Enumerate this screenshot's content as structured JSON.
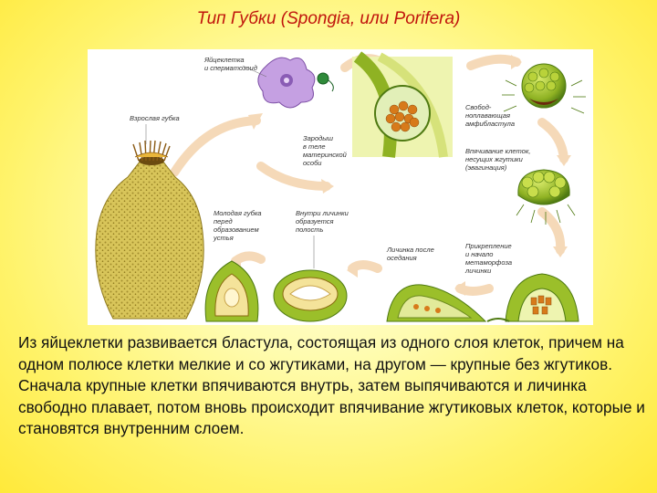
{
  "slide": {
    "title": "Тип Губки (Spongia, или Porifera)",
    "description": "Из яйцеклетки развивается бластула, состоящая из одного слоя клеток, причем на одном полюсе клетки мелкие и со жгутиками, на другом — крупные без жгутиков. Сначала крупные клетки впячиваются внутрь, затем выпячиваются и личинка свободно плавает, потом вновь происходит впячивание жгутиковых клеток, которые и становятся внутренним слоем."
  },
  "figure": {
    "labels": {
      "egg_and_sperm": [
        "Яйцеклетка",
        "и сперматозоид"
      ],
      "adult_sponge": [
        "Взрослая губка"
      ],
      "embryo": [
        "Зародыш",
        "в теле",
        "материнской",
        "особи"
      ],
      "amphiblastula": [
        "Свобод-",
        "ноплавающая",
        "амфибластула"
      ],
      "invagination": [
        "Впячивание клеток,",
        "несущих жгутики",
        "(эвагинация)"
      ],
      "young_sponge": [
        "Молодая губка",
        "перед",
        "образованием",
        "устья"
      ],
      "cavity": [
        "Внутри личинки",
        "образуется",
        "полость"
      ],
      "larva_settled": [
        "Личинка после",
        "оседания"
      ],
      "attachment": [
        "Прикрепление",
        "и начало",
        "метаморфоза",
        "личинки"
      ]
    },
    "colors": {
      "sponge_body": "#d8c55a",
      "sponge_dark": "#8f7a1e",
      "green_cells": "#9bbf2a",
      "dark_green": "#4f7a12",
      "orange_cells": "#d77a1a",
      "arrow_tint": "#f5d9b8",
      "egg_cell": "#b58ad6"
    }
  }
}
